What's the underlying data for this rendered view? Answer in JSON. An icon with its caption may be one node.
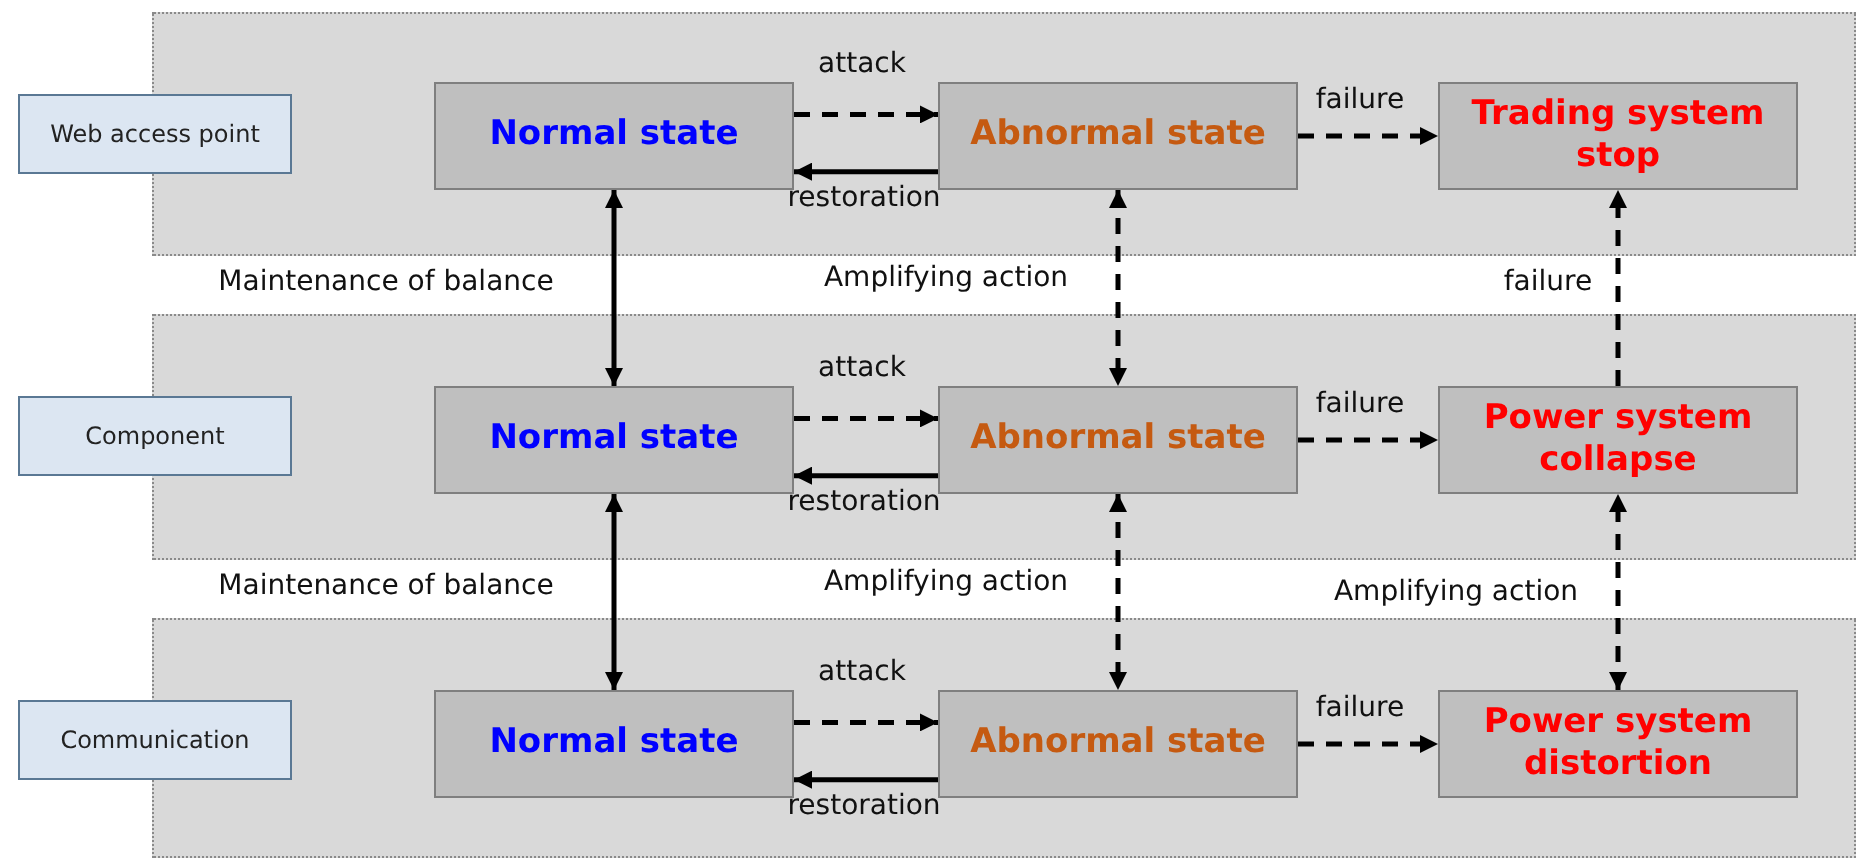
{
  "diagram": {
    "nodes": [
      {
        "text": [
          "Web access point"
        ]
      },
      {
        "text": [],
        "shape": "box"
      },
      {
        "text": [
          "Normal state"
        ],
        "in": 1
      },
      {
        "text": [
          "Abnormal state"
        ],
        "in": 1
      },
      {
        "text": [
          "Trading system stop"
        ],
        "in": 1
      },
      {
        "text": [
          "Component"
        ]
      },
      {
        "text": [],
        "shape": "box"
      },
      {
        "text": [
          "Normal state"
        ],
        "in": 6
      },
      {
        "text": [
          "Abnormal state"
        ],
        "in": 6
      },
      {
        "text": [
          "Power system collapse"
        ],
        "in": 6
      },
      {
        "text": [
          "Communication"
        ]
      },
      {
        "text": [],
        "shape": "box"
      },
      {
        "text": [
          "Normal state"
        ],
        "in": 11
      },
      {
        "text": [
          "Abnormal state"
        ],
        "in": 11
      },
      {
        "text": [
          "Power system distortion"
        ],
        "in": 11
      }
    ],
    "edges": [
      {
        "from": 2,
        "to": 3,
        "arrow": "to",
        "label": "attack",
        "style": "dashed"
      },
      {
        "from": 3,
        "to": 2,
        "arrow": "to",
        "label": "restoration"
      },
      {
        "from": 3,
        "to": 4,
        "arrow": "to",
        "label": "failure",
        "style": "dashed"
      },
      {
        "from": 7,
        "to": 8,
        "arrow": "to",
        "label": "attack",
        "style": "dashed"
      },
      {
        "from": 8,
        "to": 7,
        "arrow": "to",
        "label": "restoration"
      },
      {
        "from": 8,
        "to": 9,
        "arrow": "to",
        "label": "failure",
        "style": "dashed"
      },
      {
        "from": 12,
        "to": 13,
        "arrow": "to",
        "label": "attack",
        "style": "dashed"
      },
      {
        "from": 13,
        "to": 12,
        "arrow": "to",
        "label": "restoration"
      },
      {
        "from": 13,
        "to": 14,
        "arrow": "to",
        "label": "failure",
        "style": "dashed"
      },
      {
        "from": 2,
        "to": 7,
        "arrow": "both",
        "label": "Maintenance of balance"
      },
      {
        "from": 7,
        "to": 12,
        "arrow": "both",
        "label": "Maintenance of balance"
      },
      {
        "from": 3,
        "to": 8,
        "arrow": "both",
        "label": "Amplifying action",
        "style": "dashed"
      },
      {
        "from": 8,
        "to": 13,
        "arrow": "both",
        "label": "Amplifying action",
        "style": "dashed"
      },
      {
        "from": 9,
        "to": 4,
        "arrow": "to",
        "label": "failure",
        "style": "dashed"
      },
      {
        "from": 14,
        "to": 9,
        "arrow": "both",
        "label": "Amplifying action",
        "style": "dashed"
      }
    ]
  }
}
